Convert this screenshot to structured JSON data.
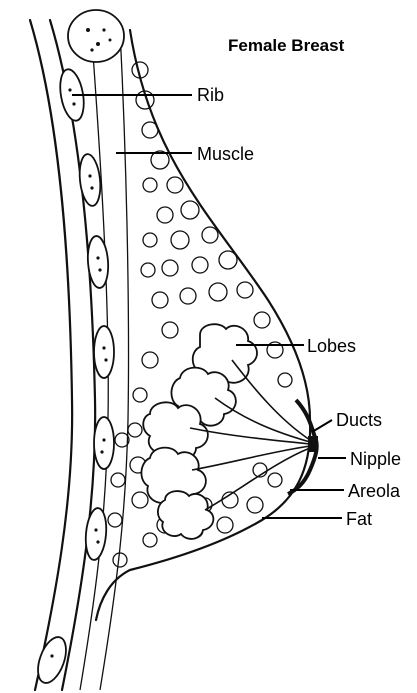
{
  "title": "Female Breast",
  "labels": {
    "rib": "Rib",
    "muscle": "Muscle",
    "lobes": "Lobes",
    "ducts": "Ducts",
    "nipple": "Nipple",
    "areola": "Areola",
    "fat": "Fat"
  }
}
